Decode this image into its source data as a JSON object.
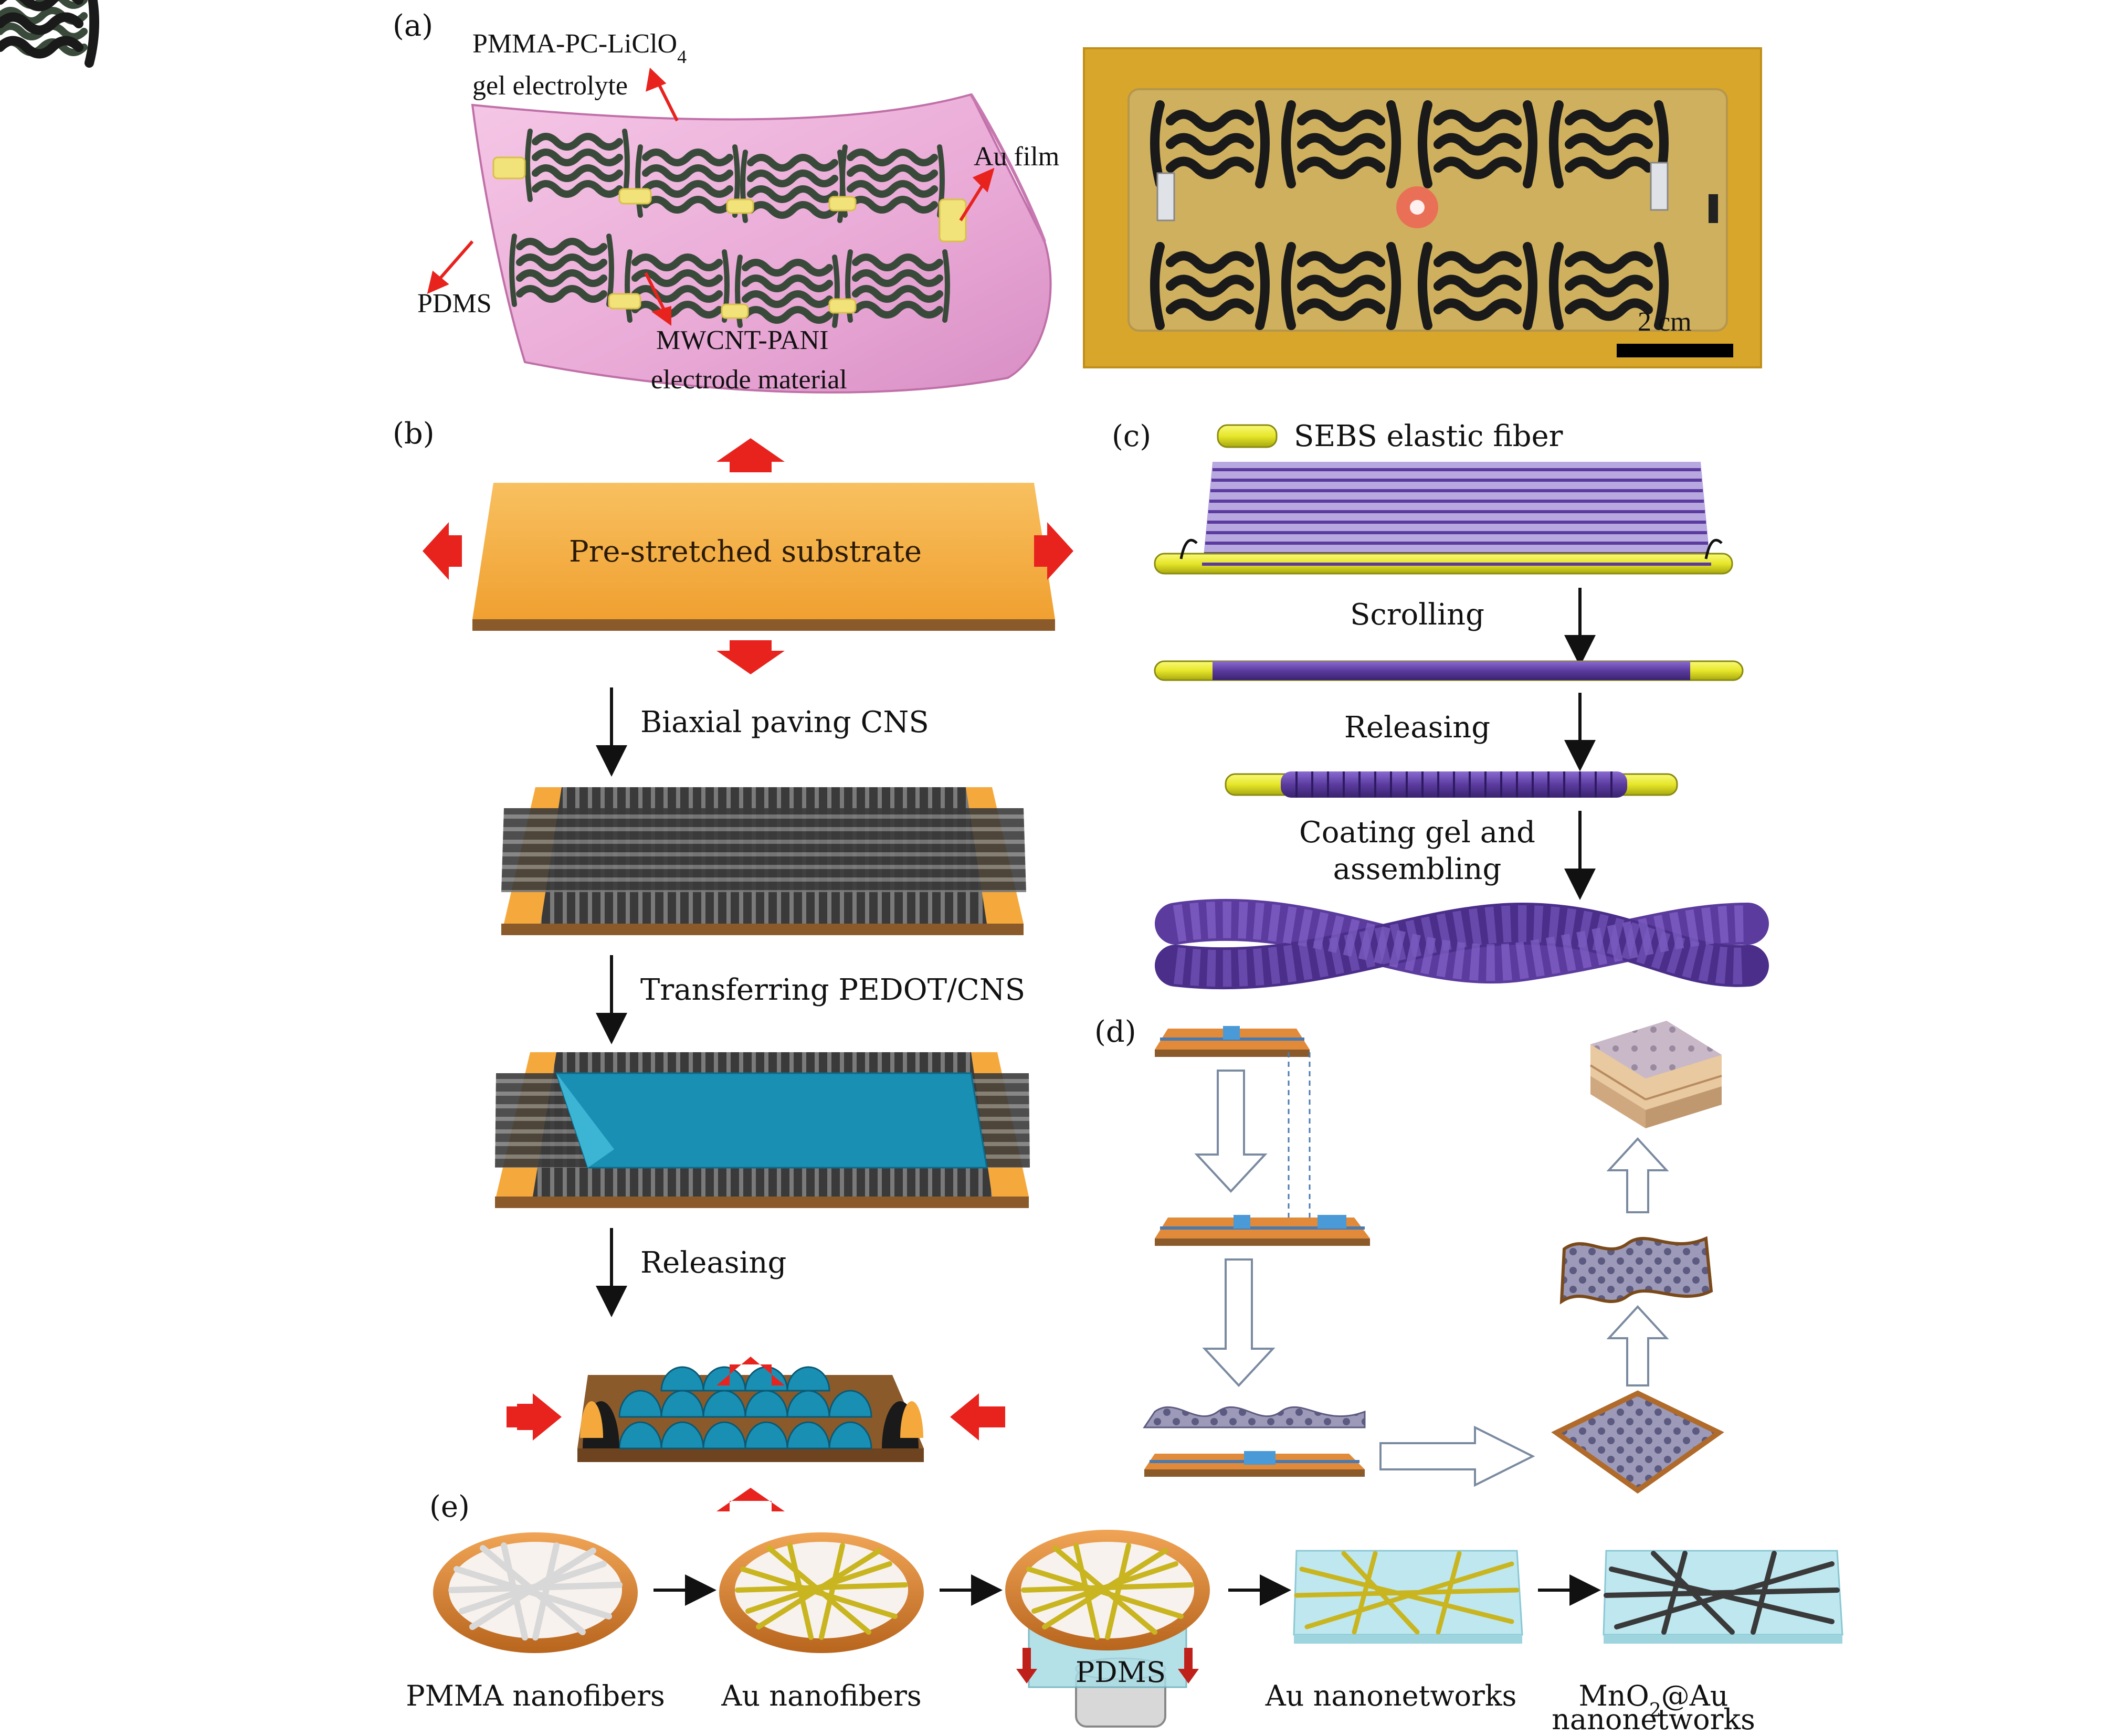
{
  "panels": {
    "a": {
      "tag": "(a)",
      "labels": {
        "electrolyte_line1": "PMMA-PC-LiClO",
        "electrolyte_sub": "4",
        "electrolyte_line2": "gel electrolyte",
        "au_film": "Au film",
        "pdms": "PDMS",
        "electrode_line1": "MWCNT-PANI",
        "electrode_line2": "electrode material",
        "scale": "2 cm"
      }
    },
    "b": {
      "tag": "(b)",
      "substrate": "Pre-stretched substrate",
      "steps": [
        "Biaxial paving CNS",
        "Transferring PEDOT/CNS",
        "Releasing"
      ]
    },
    "c": {
      "tag": "(c)",
      "legend": "SEBS elastic fiber",
      "steps": [
        "Scrolling",
        "Releasing",
        "Coating gel and",
        "assembling"
      ]
    },
    "d": {
      "tag": "(d)"
    },
    "e": {
      "tag": "(e)",
      "captions": [
        "PMMA nanofibers",
        "Au nanofibers",
        "PDMS",
        "Au nanonetworks",
        "MnO",
        "2",
        "@Au",
        "nanonetworks"
      ]
    }
  },
  "colors": {
    "substrate_orange": "#f5a93c",
    "substrate_brown": "#8b5a2b",
    "cns_black": "#333333",
    "pedot_blue": "#1a8fb4",
    "fiber_purple": "#5b3b9e",
    "sebs_yellow": "#e6e62a",
    "arrow_red": "#e8231e",
    "gel_pink": "#e9a9d6",
    "photo_bg": "#d7a62a"
  }
}
